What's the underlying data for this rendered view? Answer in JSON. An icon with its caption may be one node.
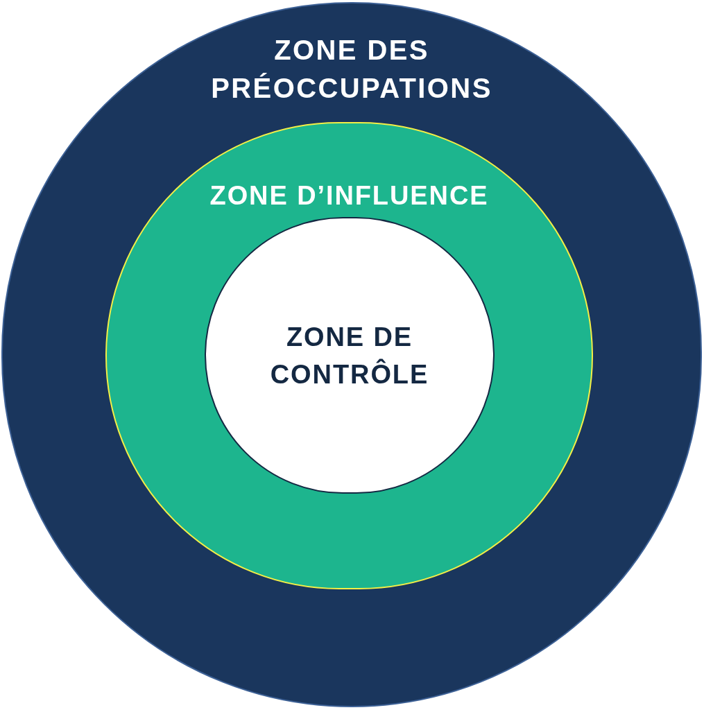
{
  "diagram": {
    "nodes": [
      {
        "text": [
          "ZONE DES PRÉOCCUPATIONS"
        ]
      },
      {
        "text": [
          "ZONE D’INFLUENCE"
        ],
        "in": 0
      },
      {
        "text": [
          "ZONE DE CONTRÔLE"
        ],
        "in": 1
      }
    ]
  }
}
